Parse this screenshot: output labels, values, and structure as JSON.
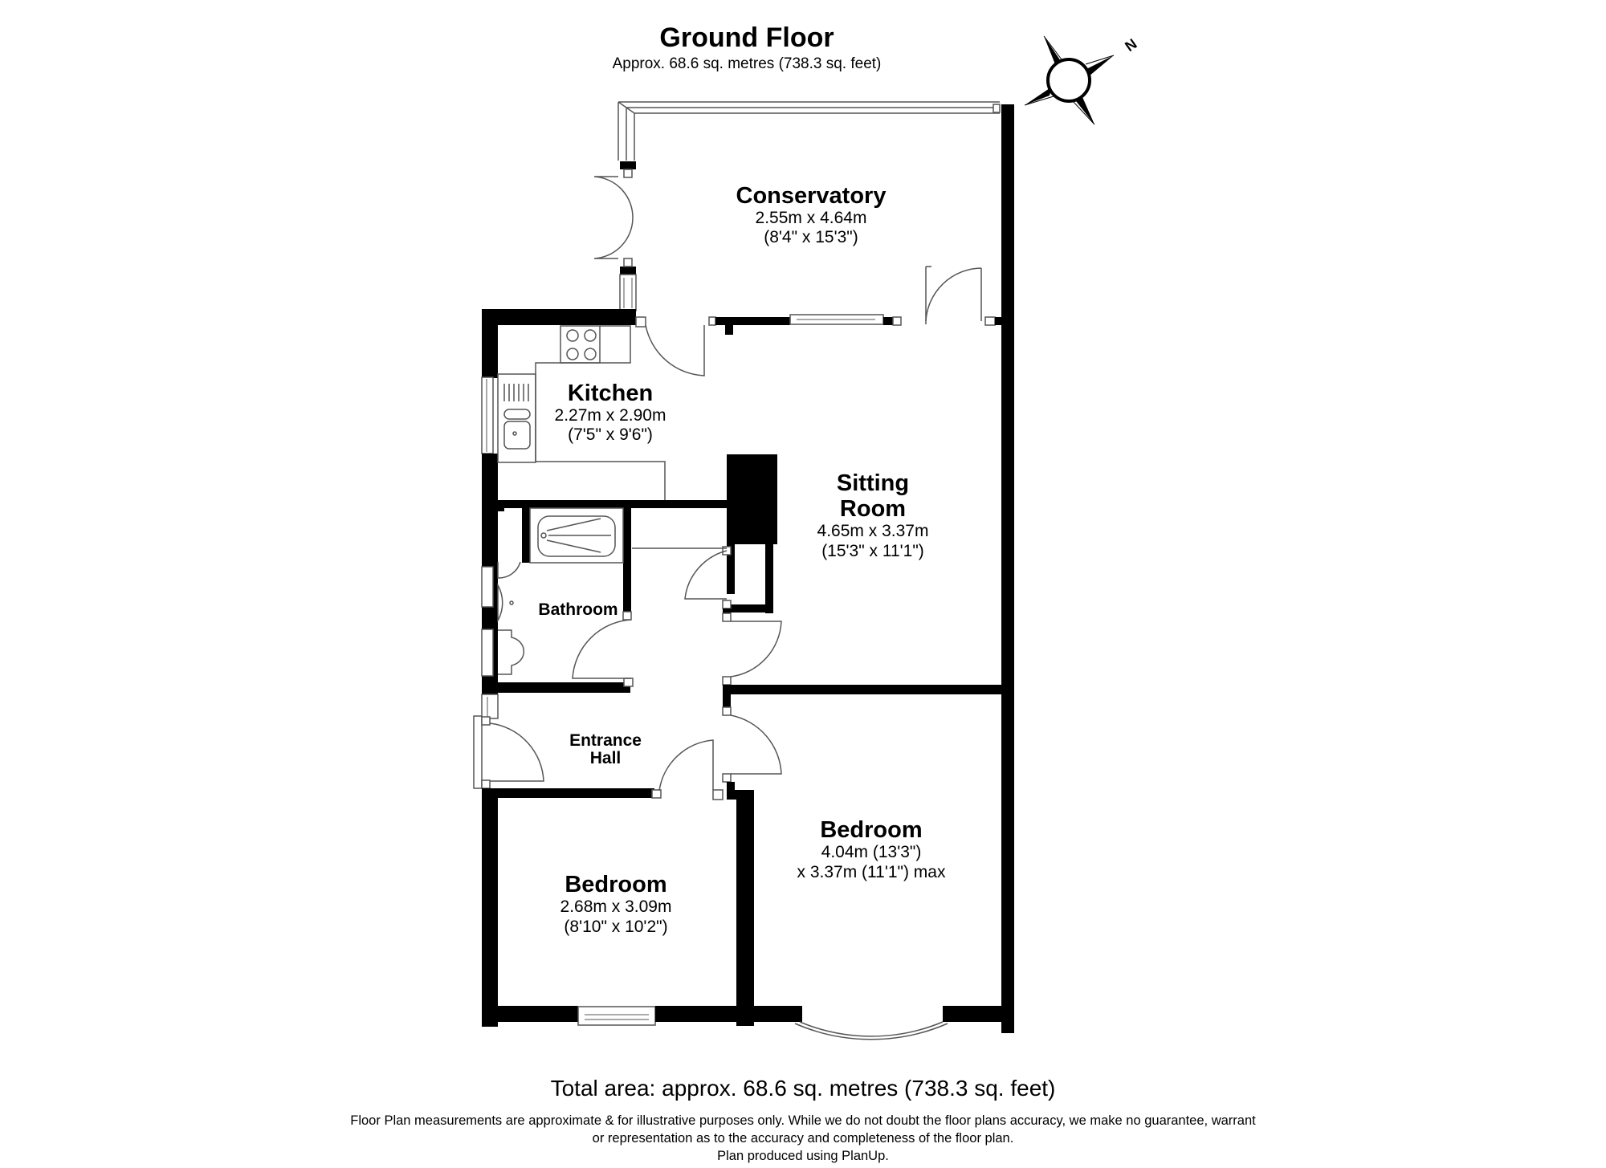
{
  "header": {
    "title": "Ground Floor",
    "subtitle": "Approx. 68.6 sq. metres (738.3 sq. feet)"
  },
  "compass": {
    "icon": "compass-north-icon",
    "label": "N"
  },
  "rooms": [
    {
      "name": "Conservatory",
      "dim_metric": "2.55m x 4.64m",
      "dim_imperial": "(8'4\" x 15'3\")"
    },
    {
      "name": "Kitchen",
      "dim_metric": "2.27m x 2.90m",
      "dim_imperial": "(7'5\" x 9'6\")"
    },
    {
      "name_line1": "Sitting",
      "name_line2": "Room",
      "dim_metric": "4.65m x 3.37m",
      "dim_imperial": "(15'3\" x 11'1\")"
    },
    {
      "name": "Bathroom"
    },
    {
      "name_line1": "Entrance",
      "name_line2": "Hall"
    },
    {
      "name": "Bedroom",
      "dim_metric": "2.68m x 3.09m",
      "dim_imperial": "(8'10\" x 10'2\")"
    },
    {
      "name": "Bedroom",
      "dim_line1": "4.04m (13'3\")",
      "dim_line2": "x 3.37m (11'1\") max"
    }
  ],
  "footer": {
    "total_area": "Total area: approx. 68.6 sq. metres (738.3 sq. feet)",
    "disclaimer_line1": "Floor Plan measurements are approximate & for illustrative purposes only. While we do not doubt the floor plans accuracy, we make no guarantee, warrant",
    "disclaimer_line2": "or representation as to the accuracy and completeness of the floor plan.",
    "credit": "Plan produced using PlanUp."
  }
}
